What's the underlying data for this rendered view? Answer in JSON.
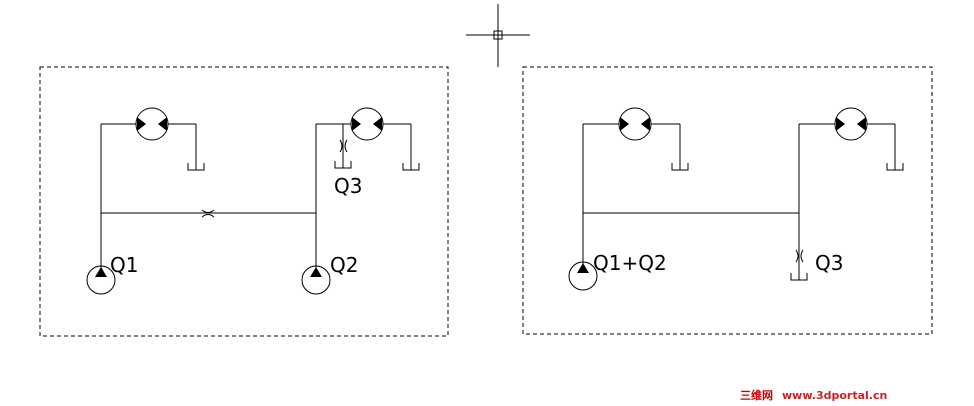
{
  "diagram_left": {
    "labels": {
      "q1": "Q1",
      "q2": "Q2",
      "q3": "Q3"
    }
  },
  "diagram_right": {
    "labels": {
      "q1q2": "Q1+Q2",
      "q3": "Q3"
    }
  },
  "watermark": {
    "cn": "三维网",
    "url": "www.3dportal.cn"
  },
  "colors": {
    "stroke": "#000000",
    "watermark_cn": "#cc0000",
    "watermark_url": "#d02020"
  }
}
